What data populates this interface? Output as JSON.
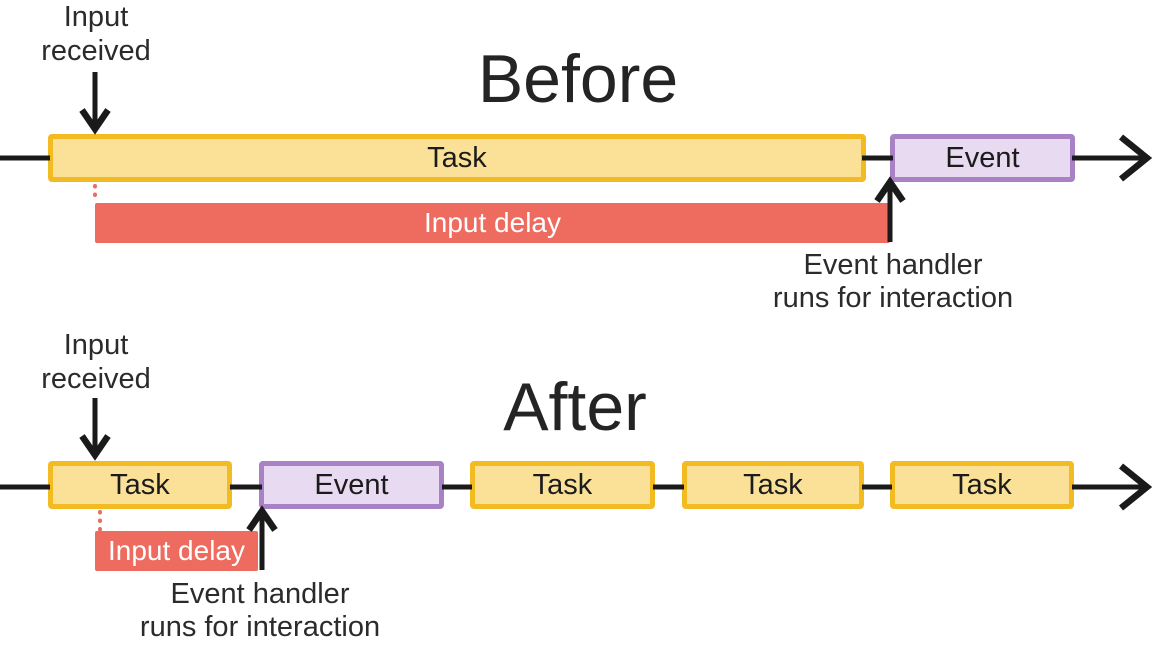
{
  "colors": {
    "task_fill": "#FBE098",
    "task_border": "#F3BB22",
    "event_fill": "#E7DAF1",
    "event_border": "#A882C5",
    "delay_fill": "#EE6B60",
    "delay_text": "#FFFFFF",
    "line_ink": "#1A1A1A",
    "dotted_line": "#EE6B60",
    "title_text": "#242424",
    "note_text": "#2B2B2B",
    "bar_text": "#1B1B1B"
  },
  "before": {
    "title": "Before",
    "annotations": {
      "input_received": "Input\nreceived",
      "event_handler": "Event handler\nruns for interaction"
    },
    "timeline": [
      {
        "type": "task",
        "label": "Task"
      },
      {
        "type": "event",
        "label": "Event"
      }
    ],
    "input_delay_label": "Input delay"
  },
  "after": {
    "title": "After",
    "annotations": {
      "input_received": "Input\nreceived",
      "event_handler": "Event handler\nruns for interaction"
    },
    "timeline": [
      {
        "type": "task",
        "label": "Task"
      },
      {
        "type": "event",
        "label": "Event"
      },
      {
        "type": "task",
        "label": "Task"
      },
      {
        "type": "task",
        "label": "Task"
      },
      {
        "type": "task",
        "label": "Task"
      }
    ],
    "input_delay_label": "Input delay"
  }
}
